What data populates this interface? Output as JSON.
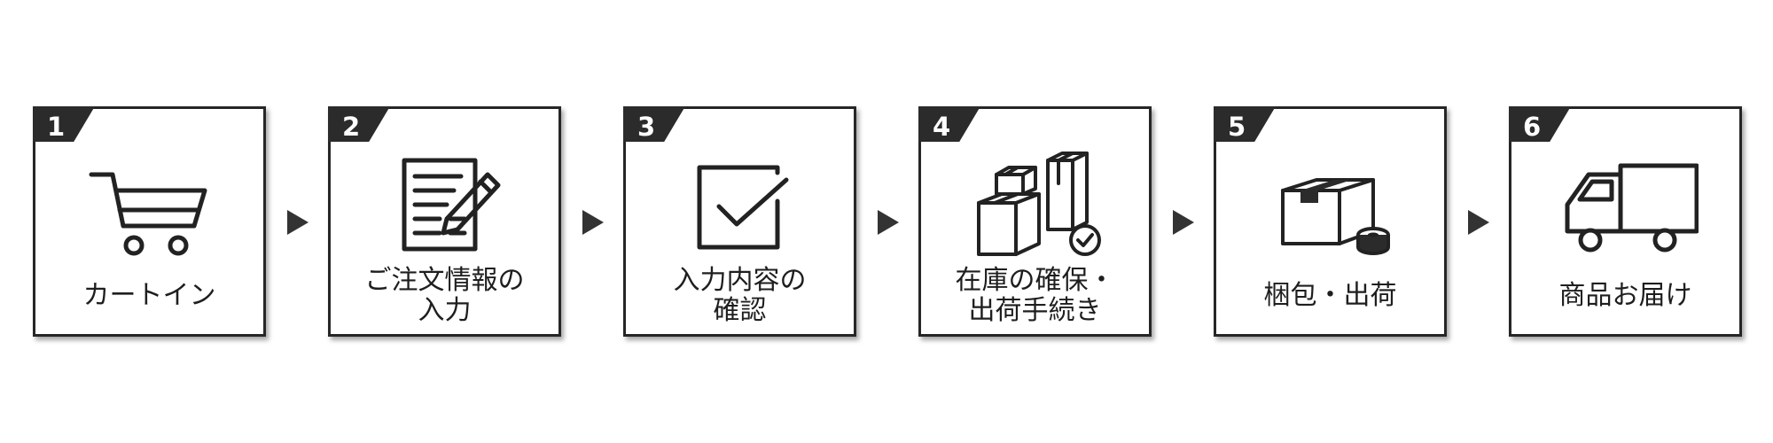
{
  "steps": [
    {
      "number": "1",
      "icon": "shopping-cart-icon",
      "label_lines": [
        "カートイン"
      ]
    },
    {
      "number": "2",
      "icon": "order-form-pencil-icon",
      "label_lines": [
        "ご注文情報の",
        "入力"
      ]
    },
    {
      "number": "3",
      "icon": "checkbox-icon",
      "label_lines": [
        "入力内容の",
        "確認"
      ]
    },
    {
      "number": "4",
      "icon": "boxes-check-icon",
      "label_lines": [
        "在庫の確保・",
        "出荷手続き"
      ]
    },
    {
      "number": "5",
      "icon": "box-tape-icon",
      "label_lines": [
        "梱包・出荷"
      ]
    },
    {
      "number": "6",
      "icon": "delivery-truck-icon",
      "label_lines": [
        "商品お届け"
      ]
    }
  ],
  "colors": {
    "badge": "#2b2b2b",
    "border": "#262626",
    "icon_stroke": "#222222",
    "arrow": "#333333",
    "background": "#ffffff"
  }
}
